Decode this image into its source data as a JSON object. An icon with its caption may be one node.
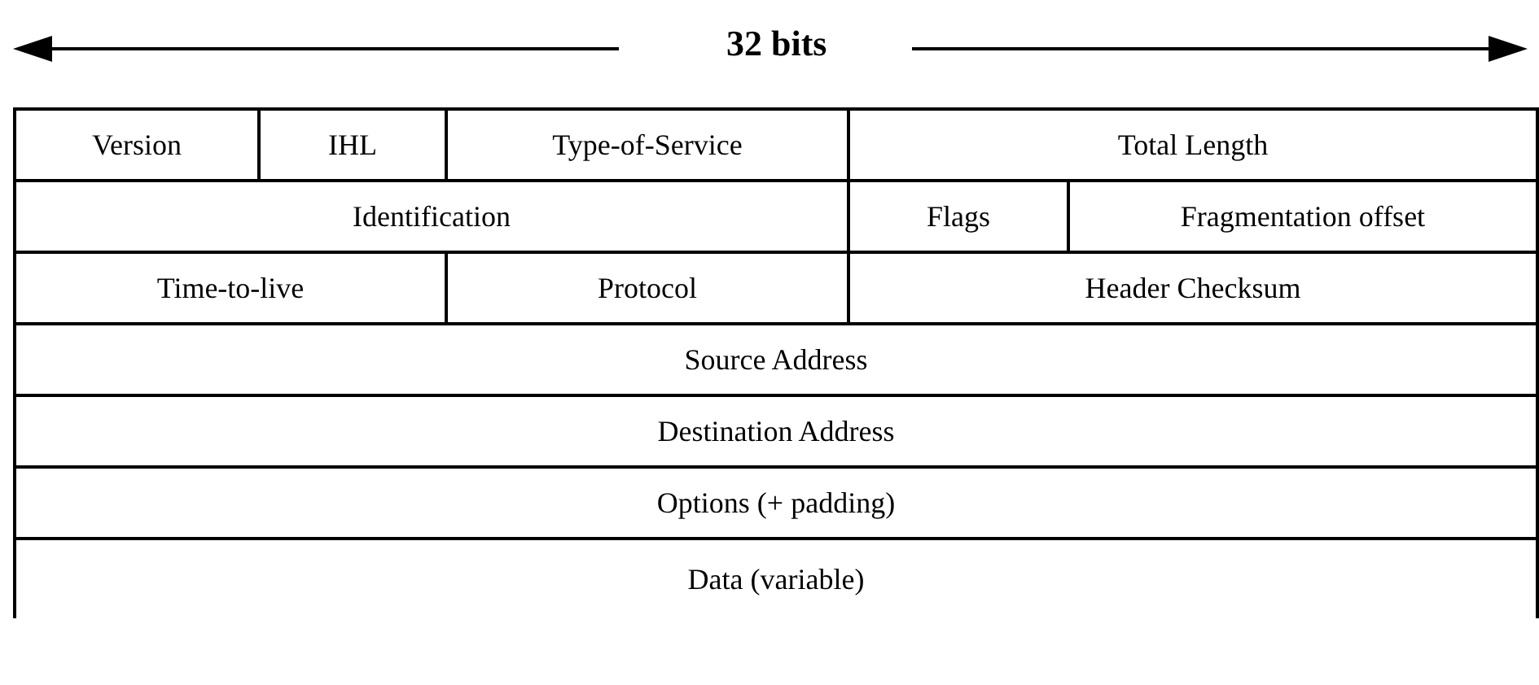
{
  "diagram": {
    "labels": [
      "32 bits",
      "Version",
      "IHL",
      "Type-of-Service",
      "Total Length",
      "Identification",
      "Flags",
      "Fragmentation offset",
      "Time-to-live",
      "Protocol",
      "Header Checksum",
      "Source Address",
      "Destination Address",
      "Options (+ padding)",
      "Data (variable)"
    ]
  }
}
